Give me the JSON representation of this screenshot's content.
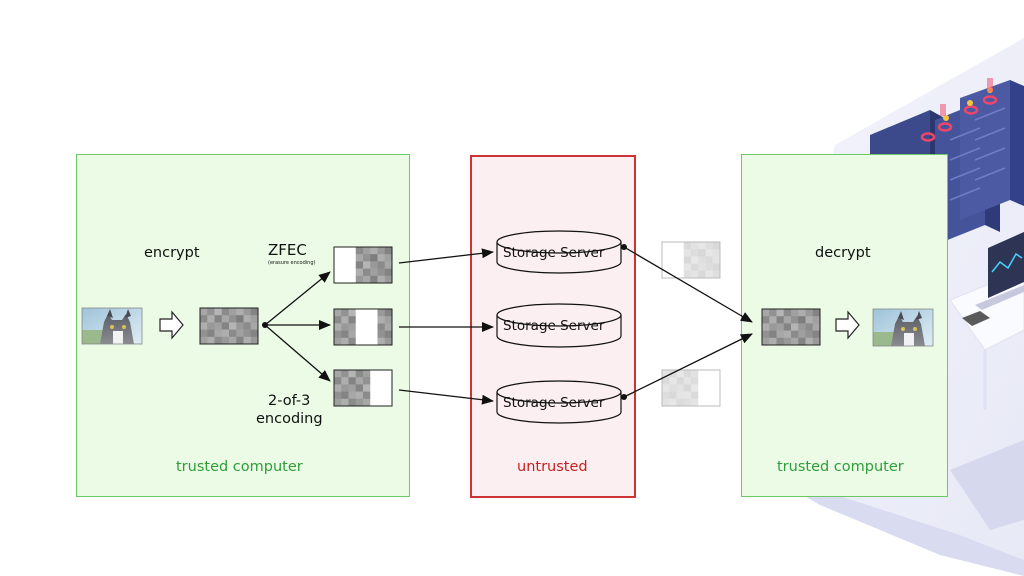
{
  "diagram": {
    "labels": {
      "encrypt": "encrypt",
      "zfec": "ZFEC",
      "zfec_sub": "(erasure encoding)",
      "encoding_line1": "2-of-3",
      "encoding_line2": "encoding",
      "decrypt": "decrypt"
    },
    "zones": {
      "left": "trusted computer",
      "middle": "untrusted",
      "right": "trusted computer"
    },
    "servers": [
      {
        "label": "Storage Server"
      },
      {
        "label": "Storage Server"
      },
      {
        "label": "Storage Server"
      }
    ],
    "colors": {
      "trusted_fill": "#ebfbe6",
      "trusted_border": "#6dc868",
      "trusted_text": "#2e9e3a",
      "untrusted_fill": "#fbeff1",
      "untrusted_border": "#cc3333",
      "untrusted_text": "#c81e1e"
    },
    "icons": [
      "cat-photo-icon",
      "hollow-arrow-icon",
      "server-rack-illustration",
      "laptop-icon"
    ]
  }
}
